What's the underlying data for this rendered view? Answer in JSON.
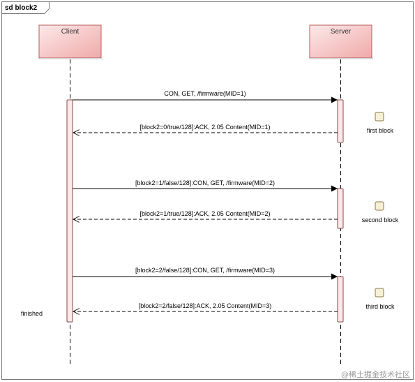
{
  "frame": {
    "title": "sd block2"
  },
  "participants": [
    {
      "name": "Client"
    },
    {
      "name": "Server"
    }
  ],
  "messages": [
    {
      "label": "CON, GET, /firmware(MID=1)",
      "from": "Client",
      "to": "Server",
      "style": "sync"
    },
    {
      "label": "[block2=0/true/128]:ACK, 2.05 Content(MID=1)",
      "from": "Server",
      "to": "Client",
      "style": "reply"
    },
    {
      "label": "[block2=1/false/128]:CON, GET, /firmware(MID=2)",
      "from": "Client",
      "to": "Server",
      "style": "sync"
    },
    {
      "label": "[block2=1/true/128]:ACK, 2.05 Content(MID=2)",
      "from": "Server",
      "to": "Client",
      "style": "reply"
    },
    {
      "label": "[block2=2/false/128]:CON, GET, /firmware(MID=3)",
      "from": "Client",
      "to": "Server",
      "style": "sync"
    },
    {
      "label": "[block2=2/false/128]:ACK, 2.05 Content(MID=3)",
      "from": "Server",
      "to": "Client",
      "style": "reply"
    }
  ],
  "notes": [
    {
      "label": "first block"
    },
    {
      "label": "second block"
    },
    {
      "label": "third block"
    }
  ],
  "client_note": "finished",
  "watermark": "@稀土掘金技术社区",
  "colors": {
    "participant_fill_top": "#fbe3e3",
    "participant_fill_bottom": "#f1aeae",
    "participant_border": "#b85c5c",
    "activation_fill": "#fbe8e8",
    "note_fill": "#f7efd6",
    "note_border": "#8a7a4a",
    "line": "#000000",
    "frame_border": "#7a7a7a"
  }
}
